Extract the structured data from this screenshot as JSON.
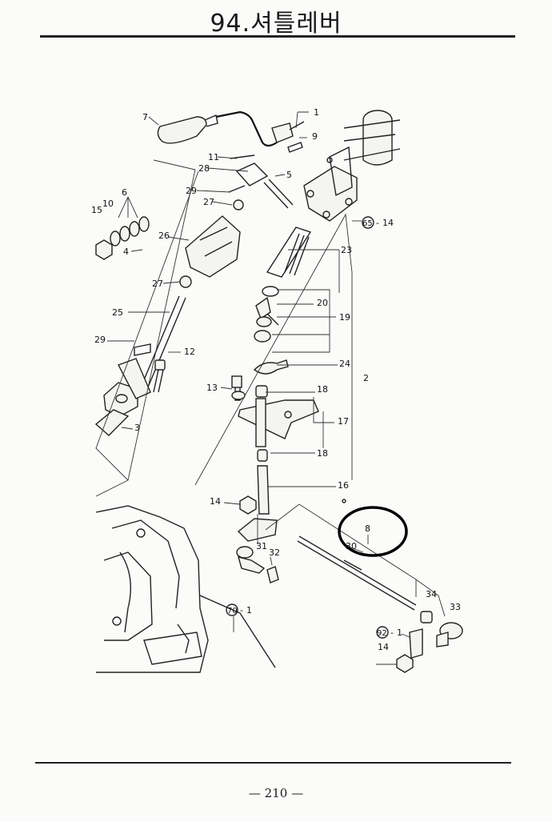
{
  "title": "94.셔틀레버",
  "page_number": "— 210 —",
  "callouts": {
    "c1": "1",
    "c2": "2",
    "c3": "3",
    "c4": "4",
    "c5": "5",
    "c6": "6",
    "c7": "7",
    "c8": "8",
    "c9": "9",
    "c10": "10",
    "c11": "11",
    "c12": "12",
    "c13": "13",
    "c14a": "14",
    "c14b": "14",
    "c14c": "14",
    "c15": "15",
    "c16": "16",
    "c17": "17",
    "c18a": "18",
    "c18b": "18",
    "c19": "19",
    "c20": "20",
    "c23": "23",
    "c24": "24",
    "c25": "25",
    "c26": "26",
    "c27a": "27",
    "c27b": "27",
    "c28": "28",
    "c29a": "29",
    "c29b": "29",
    "c30": "30",
    "c31": "31",
    "c32": "32",
    "c33": "33",
    "c34": "34",
    "ref65": "65",
    "ref70": "70",
    "ref92": "92",
    "ref_suffix_14": "14",
    "ref_suffix_1": "1"
  },
  "highlight_circle_label": "8"
}
